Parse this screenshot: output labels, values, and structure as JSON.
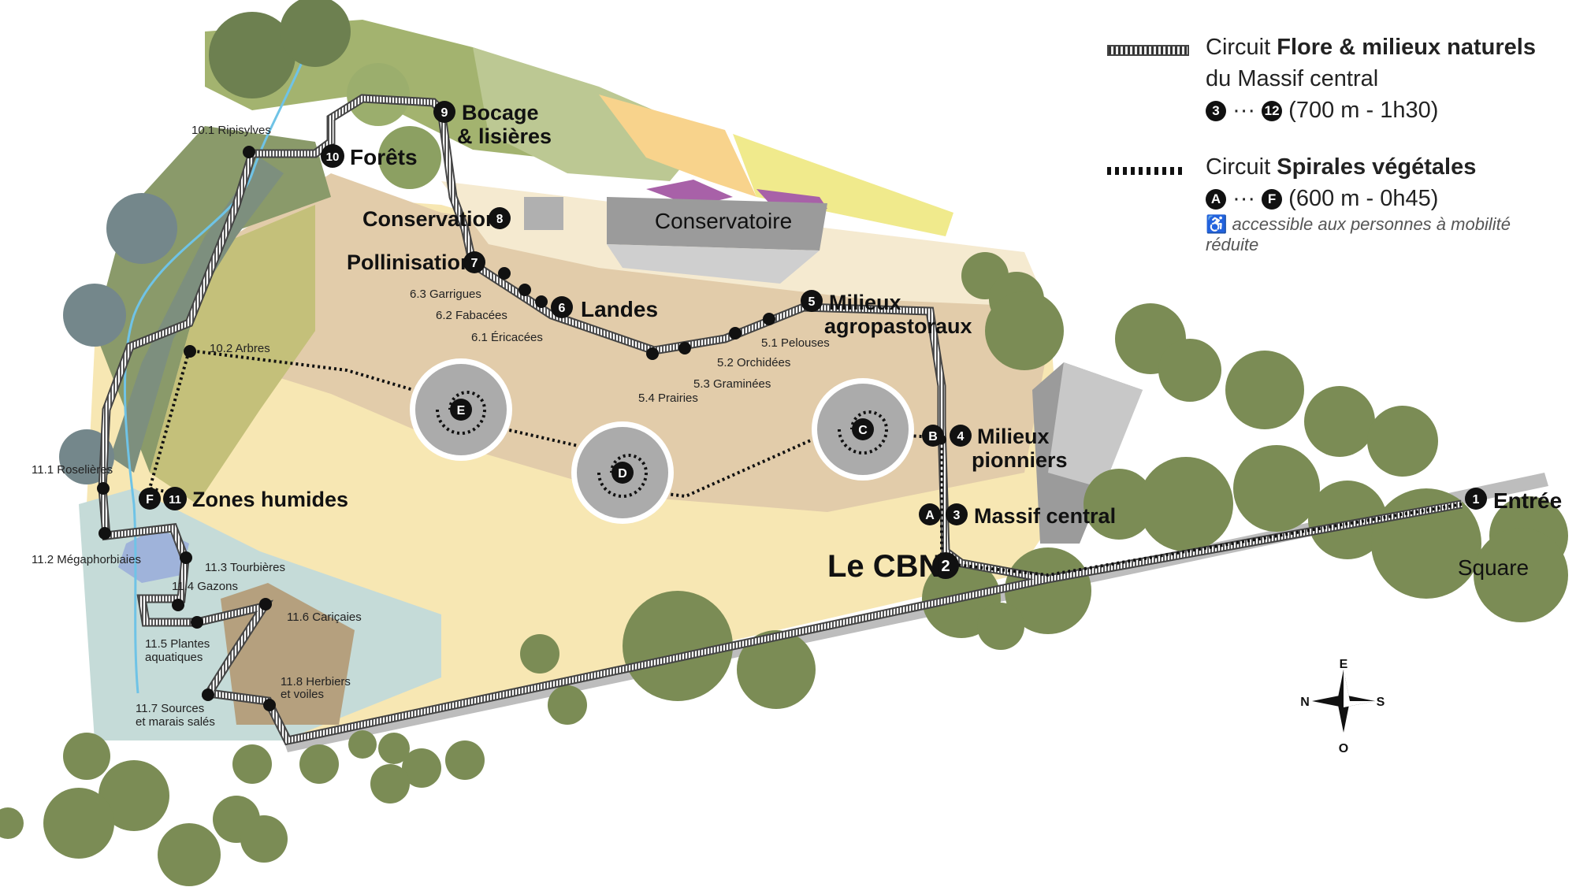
{
  "legend": {
    "flore_prefix": "Circuit",
    "flore_bold": "Flore & milieux naturels",
    "flore_line2": "du Massif central",
    "flore_range_start": "3",
    "flore_range_end": "12",
    "flore_info": "(700 m - 1h30)",
    "spirales_prefix": "Circuit",
    "spirales_bold": "Spirales végétales",
    "spirales_range_start": "A",
    "spirales_range_end": "F",
    "spirales_info": "(600 m - 0h45)",
    "accessible_text": "accessible aux personnes à mobilité réduite",
    "dots": "···"
  },
  "buildings": {
    "conservatoire": "Conservatoire",
    "square": "Square"
  },
  "stations": [
    {
      "num": "1",
      "label": "Entrée"
    },
    {
      "num": "2",
      "label": "Le CBN"
    },
    {
      "num": "3",
      "label": "Massif central",
      "spiral": "A"
    },
    {
      "num": "4",
      "label_1": "Milieux",
      "label_2": "pionniers",
      "spiral": "B"
    },
    {
      "num": "5",
      "label_1": "Milieux",
      "label_2": "agropastoraux"
    },
    {
      "num": "6",
      "label": "Landes"
    },
    {
      "num": "7",
      "label": "Pollinisation"
    },
    {
      "num": "8",
      "label": "Conservation"
    },
    {
      "num": "9",
      "label_1": "Bocage",
      "label_2": "& lisières"
    },
    {
      "num": "10",
      "label": "Forêts"
    },
    {
      "num": "11",
      "label": "Zones humides",
      "spiral": "F"
    }
  ],
  "spirals": [
    "C",
    "D",
    "E"
  ],
  "sub_points": {
    "p51": "5.1 Pelouses",
    "p52": "5.2 Orchidées",
    "p53": "5.3 Graminées",
    "p54": "5.4 Prairies",
    "p61": "6.1 Éricacées",
    "p62": "6.2 Fabacées",
    "p63": "6.3 Garrigues",
    "p101": "10.1 Ripisylves",
    "p102": "10.2 Arbres",
    "p111": "11.1 Roselières",
    "p112": "11.2 Mégaphorbiaies",
    "p113": "11.3 Tourbières",
    "p114": "11.4 Gazons",
    "p115_1": "11.5 Plantes",
    "p115_2": "aquatiques",
    "p116": "11.6 Cariçaies",
    "p117_1": "11.7 Sources",
    "p117_2": "et marais salés",
    "p118_1": "11.8 Herbiers",
    "p118_2": "et voiles"
  },
  "compass": {
    "n": "N",
    "s": "S",
    "e": "E",
    "o": "O"
  },
  "colors": {
    "meadow": "#f7e7b3",
    "landes": "#e2ccaa",
    "forest": "#a3b36f",
    "tree": "#7b8c55",
    "wetland": "#c5dbd8",
    "water": "#6fc3e6",
    "building": "#9b9b9b",
    "roof_accent": "#a861a8",
    "orange_field": "#f8d38c",
    "yellow_field": "#f0ea8c"
  }
}
